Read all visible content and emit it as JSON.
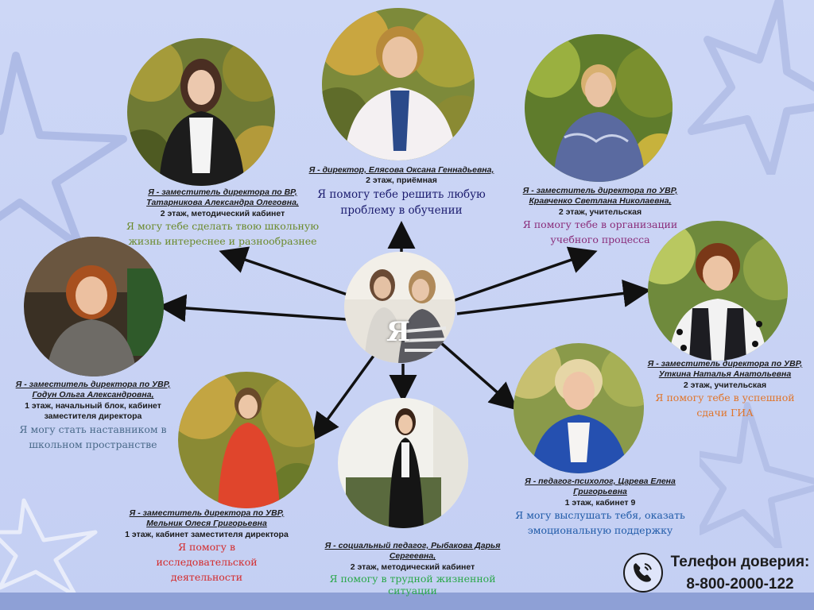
{
  "center": {
    "letter": "Я"
  },
  "director": {
    "role": "Я - директор, Елясова Оксана Геннадьевна,",
    "location": "2 этаж, приёмная",
    "help": "Я помогу тебе решить любую проблему в обучении",
    "help_color": "#1b1b6e"
  },
  "vr": {
    "role": "Я - заместитель директора по ВР,",
    "name": "Татарникова Александра Олеговна,",
    "location": "2 этаж, методический кабинет",
    "help": "Я могу тебе сделать твою школьную жизнь интереснее и разнообразнее",
    "help_color": "#6b8a2c"
  },
  "uvr_kravchenko": {
    "role": "Я - заместитель директора по УВР,",
    "name": "Кравченко Светлана Николаевна,",
    "location": "2 этаж, учительская",
    "help": "Я помогу тебе в организации учебного процесса",
    "help_color": "#8a2c7a"
  },
  "uvr_godun": {
    "role": "Я - заместитель директора  по УВР,",
    "name": "Годун Ольга Александровна,",
    "location": "1 этаж, начальный блок, кабинет заместителя директора",
    "help": "Я могу  стать наставником в школьном пространстве",
    "help_color": "#4a6a8a"
  },
  "uvr_utkina": {
    "role": "Я - заместитель директора по УВР,",
    "name": "Уткина Наталья Анатольевна",
    "location": "2 этаж, учительская",
    "help": "Я помогу тебе в успешной сдачи ГИА",
    "help_color": "#e0752a"
  },
  "uvr_melnik": {
    "role": "Я - заместитель директора по УВР,",
    "name": "Мельник Олеся Григорьевна",
    "location": "1 этаж, кабинет заместителя директора",
    "help": "Я помогу  в исследовательской деятельности",
    "help_color": "#d42a2a"
  },
  "social": {
    "role": "Я - социальный педагог, Рыбакова Дарья Сергеевна,",
    "location": "2 этаж, методический кабинет",
    "help": "Я помогу  в трудной жизненной ситуации",
    "help_color": "#2aa84a"
  },
  "psych": {
    "role": "Я - педагог-психолог, Царева Елена Григорьевна",
    "location": "1 этаж, кабинет 9",
    "help": "Я могу выслушать тебя, оказать эмоциональную поддержку",
    "help_color": "#1f5aa8"
  },
  "hotline": {
    "title": "Телефон доверия:",
    "number": "8-800-2000-122"
  }
}
